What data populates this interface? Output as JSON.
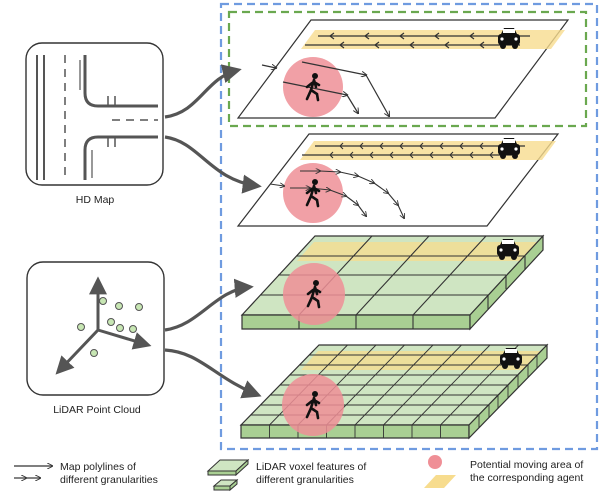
{
  "inputs": {
    "hd_map_label": "HD Map",
    "lidar_label": "LiDAR Point Cloud"
  },
  "legend": {
    "polylines_line1": "Map polylines of",
    "polylines_line2": "different granularities",
    "voxel_line1": "LiDAR voxel features of",
    "voxel_line2": "different granularities",
    "area_line1": "Potential moving area of",
    "area_line2": "the corresponding agent"
  },
  "colors": {
    "outer_box": "#6f9be0",
    "inner_box": "#6aa84f",
    "voxel_top": "#cfe5c2",
    "voxel_side": "#a9cf93",
    "lane": "#f7dc8e",
    "agent_area": "#ef8f96",
    "line": "#555555"
  },
  "icons": [
    "car-icon",
    "pedestrian-icon",
    "vehicle-icon"
  ]
}
